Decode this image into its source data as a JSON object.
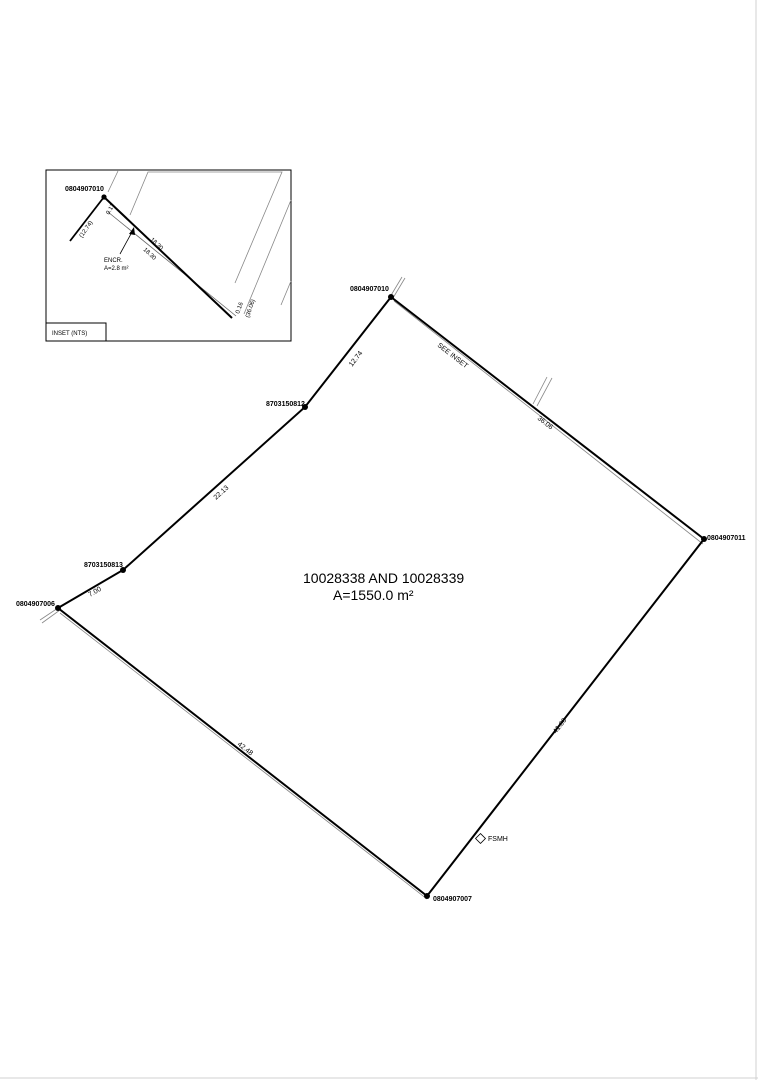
{
  "parcel": {
    "name": "10028338 AND 10028339",
    "area": "A=1550.0 m²"
  },
  "points": {
    "p_0804907010": "0804907010",
    "p_8703150812": "8703150812",
    "p_8703150813": "8703150813",
    "p_0804907006": "0804907006",
    "p_0804907007": "0804907007",
    "p_0804907011": "0804907011"
  },
  "dimensions": {
    "d_1274": "12.74",
    "d_2213": "22.13",
    "d_700": "7.00",
    "d_4248": "42.48",
    "d_4100": "41.00",
    "d_3606": "36.06"
  },
  "labels": {
    "see_inset": "SEE INSET",
    "fsmh": "FSMH"
  },
  "inset": {
    "title": "INSET (NTS)",
    "point": "0804907010",
    "d_017": "0.17",
    "d_1274": "(12.74)",
    "d_1830a": "18.30",
    "d_1830b": "18.30",
    "d_016": "0.16",
    "d_3606": "(36.06)",
    "encr": "ENCR.",
    "encr_area": "A=2.8 m²"
  },
  "colors": {
    "line": "#000000",
    "adjacent": "#888888"
  }
}
